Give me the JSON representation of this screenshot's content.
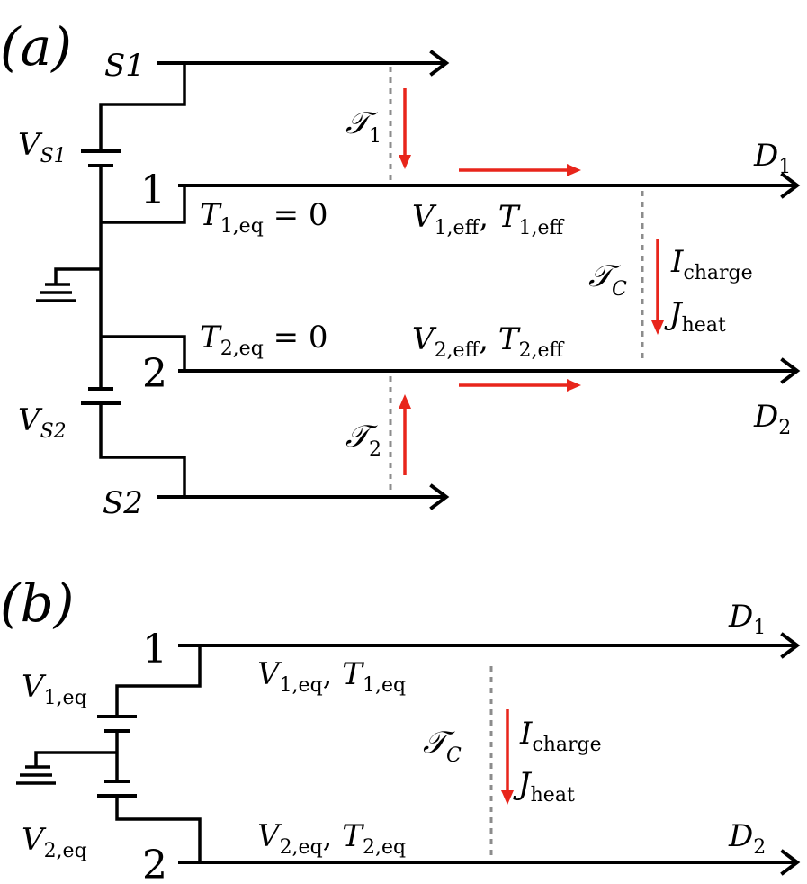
{
  "panel_a": {
    "panel_label": "(a)",
    "source1": "S1",
    "source2": "S2",
    "vs1": {
      "main": "V",
      "sub": "S1"
    },
    "vs2": {
      "main": "V",
      "sub": "S2"
    },
    "edge1": "1",
    "edge2": "2",
    "drain1": {
      "main": "D",
      "sub": "1"
    },
    "drain2": {
      "main": "D",
      "sub": "2"
    },
    "tau1": {
      "main": "𝒯",
      "sub": "1"
    },
    "tau2": {
      "main": "𝒯",
      "sub": "2"
    },
    "tauC": {
      "main": "𝒯",
      "sub": "C"
    },
    "t1eq": {
      "main": "T",
      "sub": "1,eq",
      "rest": " = 0"
    },
    "t2eq": {
      "main": "T",
      "sub": "2,eq",
      "rest": " = 0"
    },
    "eff1": {
      "v": "V",
      "vsub": "1,eff",
      "t": "T",
      "tsub": "1,eff"
    },
    "eff2": {
      "v": "V",
      "vsub": "2,eff",
      "t": "T",
      "tsub": "2,eff"
    },
    "icharge": {
      "main": "I",
      "sub": "charge"
    },
    "jheat": {
      "main": "J",
      "sub": "heat"
    }
  },
  "panel_b": {
    "panel_label": "(b)",
    "edge1": "1",
    "edge2": "2",
    "drain1": {
      "main": "D",
      "sub": "1"
    },
    "drain2": {
      "main": "D",
      "sub": "2"
    },
    "v1eq": {
      "main": "V",
      "sub": "1,eq"
    },
    "v2eq": {
      "main": "V",
      "sub": "2,eq"
    },
    "eq1": {
      "v": "V",
      "vsub": "1,eq",
      "t": "T",
      "tsub": "1,eq"
    },
    "eq2": {
      "v": "V",
      "vsub": "2,eq",
      "t": "T",
      "tsub": "2,eq"
    },
    "tauC": {
      "main": "𝒯",
      "sub": "C"
    },
    "icharge": {
      "main": "I",
      "sub": "charge"
    },
    "jheat": {
      "main": "J",
      "sub": "heat"
    }
  },
  "colors": {
    "arrow_red": "#e8251b",
    "dashed_gray": "#8c8c8c",
    "wire": "#000000"
  }
}
